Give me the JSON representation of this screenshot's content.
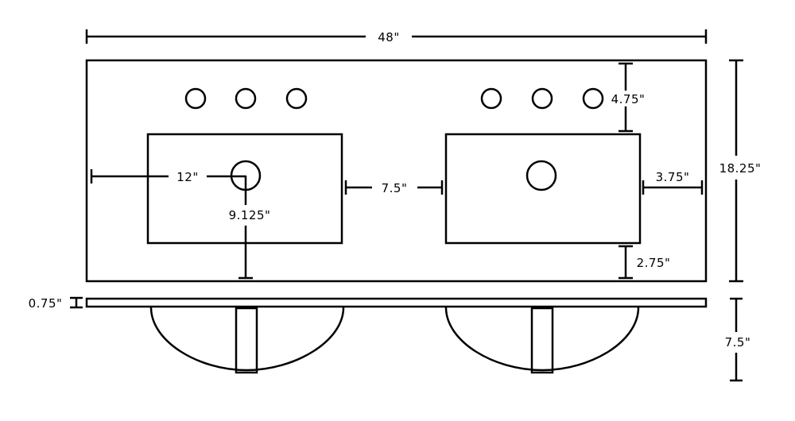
{
  "dimensions": {
    "overall_width": "48\"",
    "overall_depth": "18.25\"",
    "faucet_to_basin": "4.75\"",
    "sink_to_edge_left": "12\"",
    "between_sinks": "7.5\"",
    "sink_to_edge_right": "3.75\"",
    "drain_to_front": "9.125\"",
    "basin_to_front": "2.75\"",
    "top_thickness": "0.75\"",
    "bowl_depth": "7.5\""
  }
}
